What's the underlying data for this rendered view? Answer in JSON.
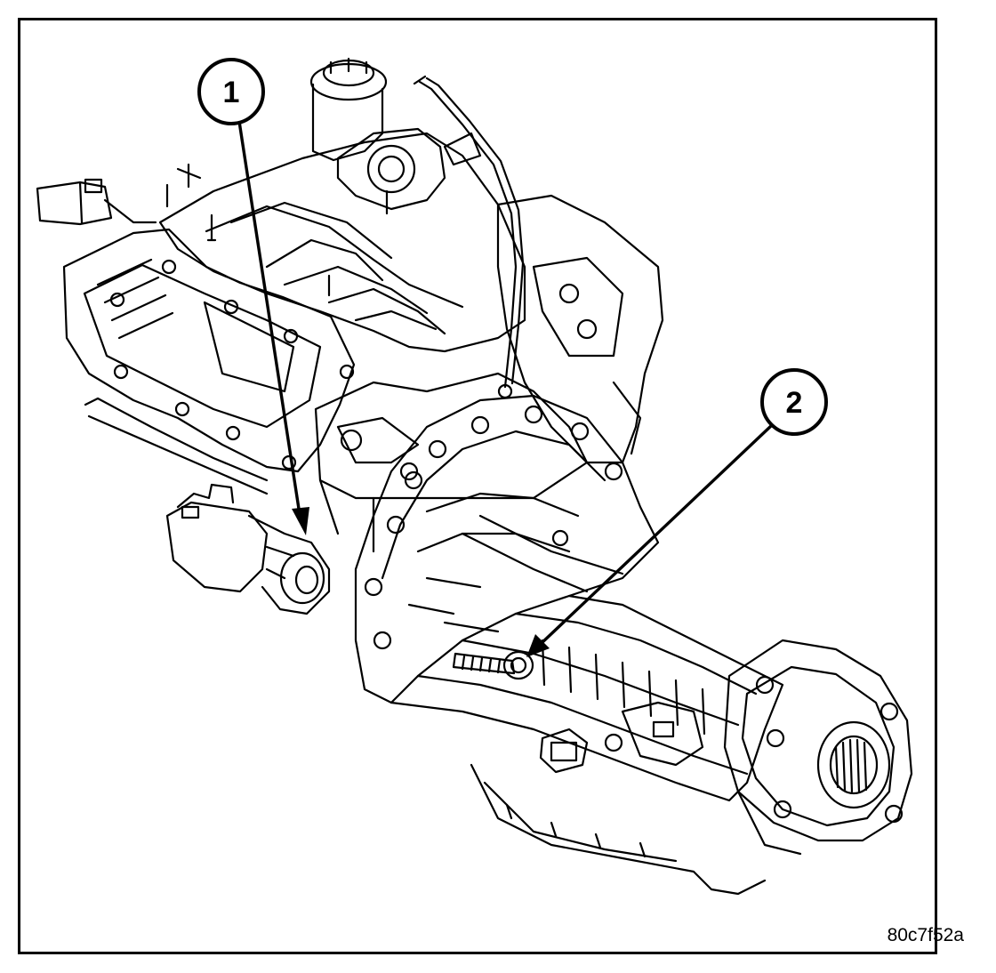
{
  "callouts": [
    {
      "label": "1"
    },
    {
      "label": "2"
    }
  ],
  "figure_id": "80c7f52a",
  "colors": {
    "line": "#000000",
    "background": "#ffffff"
  }
}
